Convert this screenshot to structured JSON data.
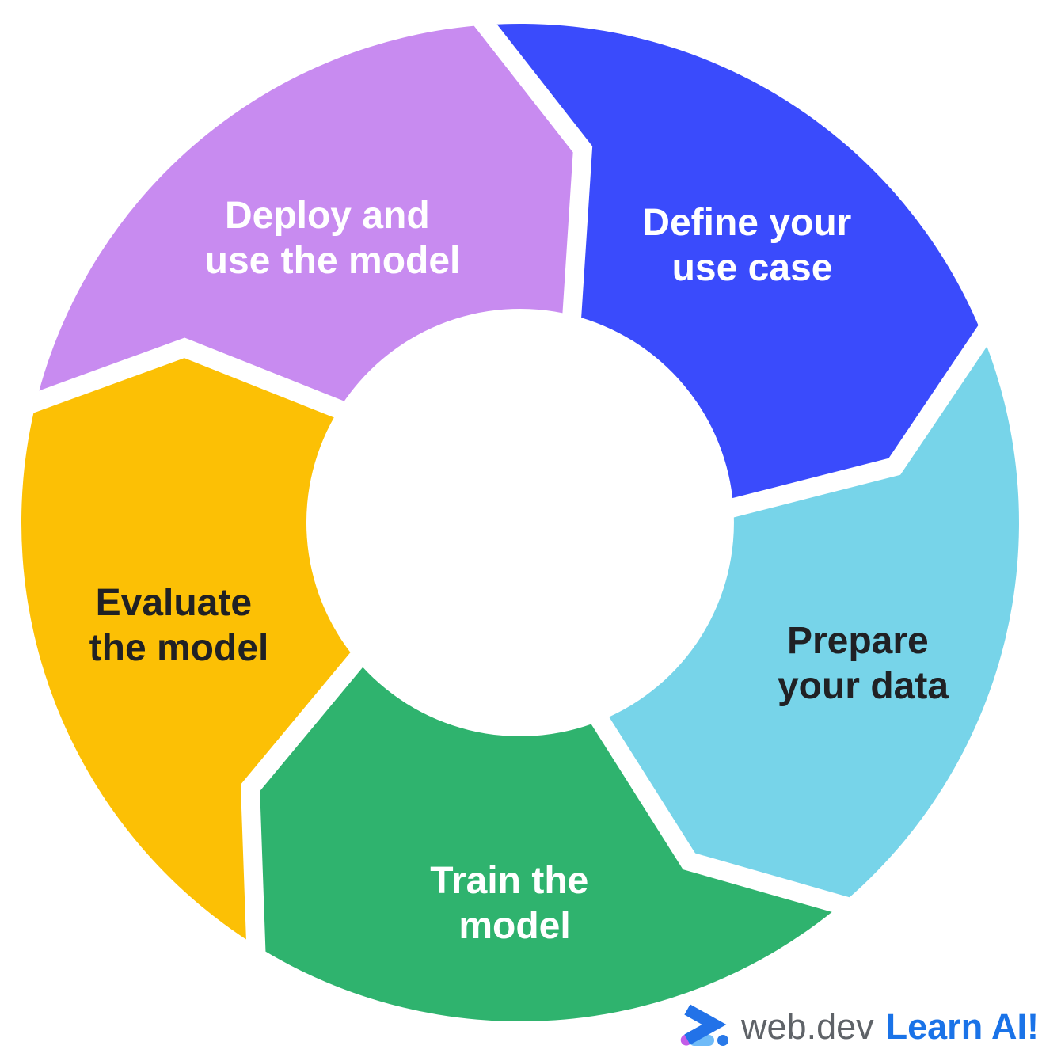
{
  "diagram": {
    "steps": [
      {
        "label_lines": [
          "Define your",
          "use case"
        ],
        "color": "#3A4BFC",
        "text_color": "#FFFFFF"
      },
      {
        "label_lines": [
          "Prepare",
          "your data"
        ],
        "color": "#77D4E9",
        "text_color": "#202124"
      },
      {
        "label_lines": [
          "Train the",
          "model"
        ],
        "color": "#2FB36E",
        "text_color": "#FFFFFF"
      },
      {
        "label_lines": [
          "Evaluate",
          "the model"
        ],
        "color": "#FCC005",
        "text_color": "#202124"
      },
      {
        "label_lines": [
          "Deploy and",
          "use the model"
        ],
        "color": "#C88BF0",
        "text_color": "#FFFFFF"
      }
    ]
  },
  "footer": {
    "brand": "web.dev",
    "campaign": "Learn AI!",
    "brand_color": "#5F6368",
    "campaign_color": "#1A73E8",
    "logo_colors": {
      "chevron": "#2272E8",
      "bar": "#6FBBF8",
      "bar_cap": "#C35CE8",
      "dot": "#2979E8"
    }
  }
}
